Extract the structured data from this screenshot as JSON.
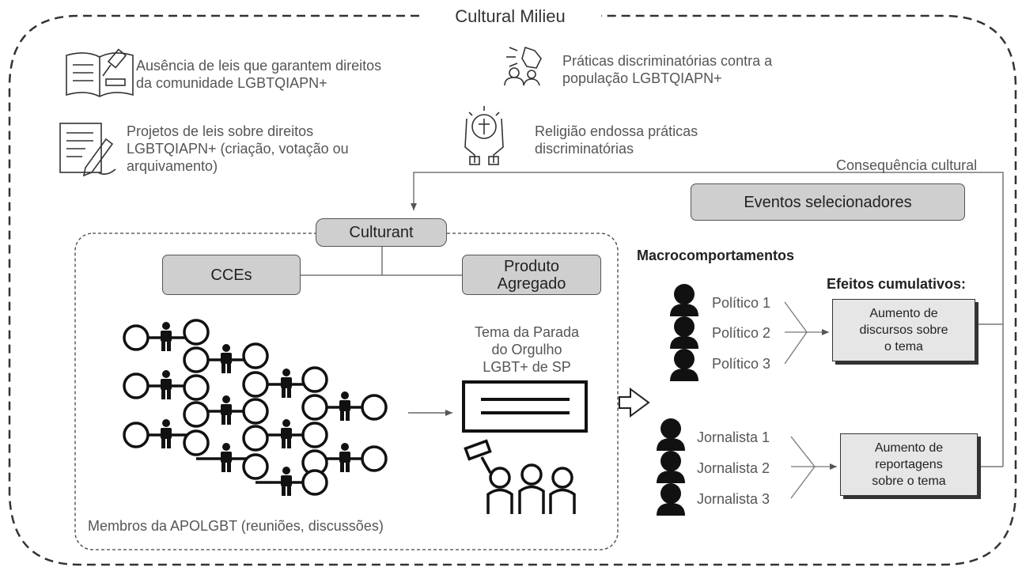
{
  "title": "Cultural Milieu",
  "context": [
    {
      "icon": "law-book-icon",
      "text": "Ausência de leis que garantem direitos\nda comunidade LGBTQIAPN+"
    },
    {
      "icon": "protest-icon",
      "text": "Práticas discriminatórias contra a\npopulação LGBTQIAPN+"
    },
    {
      "icon": "document-pen-icon",
      "text": "Projetos de leis sobre direitos\nLGBTQIAPN+ (criação, votação ou\narquivamento)"
    },
    {
      "icon": "religion-hands-icon",
      "text": "Religião endossa práticas\ndiscriminatórias"
    }
  ],
  "consequence_label": "Consequência cultural",
  "selecting_events": "Eventos selecionadores",
  "culturant": {
    "title": "Culturant",
    "cces": "CCEs",
    "product": "Produto\nAgregado",
    "theme": "Tema da Parada\ndo Orgulho\nLGBT+ de SP",
    "members": "Membros da APOLGBT (reuniões, discussões)"
  },
  "macro": {
    "title": "Macrocomportamentos",
    "cumulative_title": "Efeitos cumulativos:",
    "politicians": [
      "Político 1",
      "Político 2",
      "Político 3"
    ],
    "journalists": [
      "Jornalista 1",
      "Jornalista 2",
      "Jornalista 3"
    ],
    "effect_politicians": "Aumento de\ndiscursos sobre\no tema",
    "effect_journalists": "Aumento de\nreportagens\nsobre o tema"
  },
  "colors": {
    "box_fill": "#cfcfcf",
    "effect_fill": "#e6e6e6",
    "line": "#666666",
    "ink": "#111111"
  }
}
